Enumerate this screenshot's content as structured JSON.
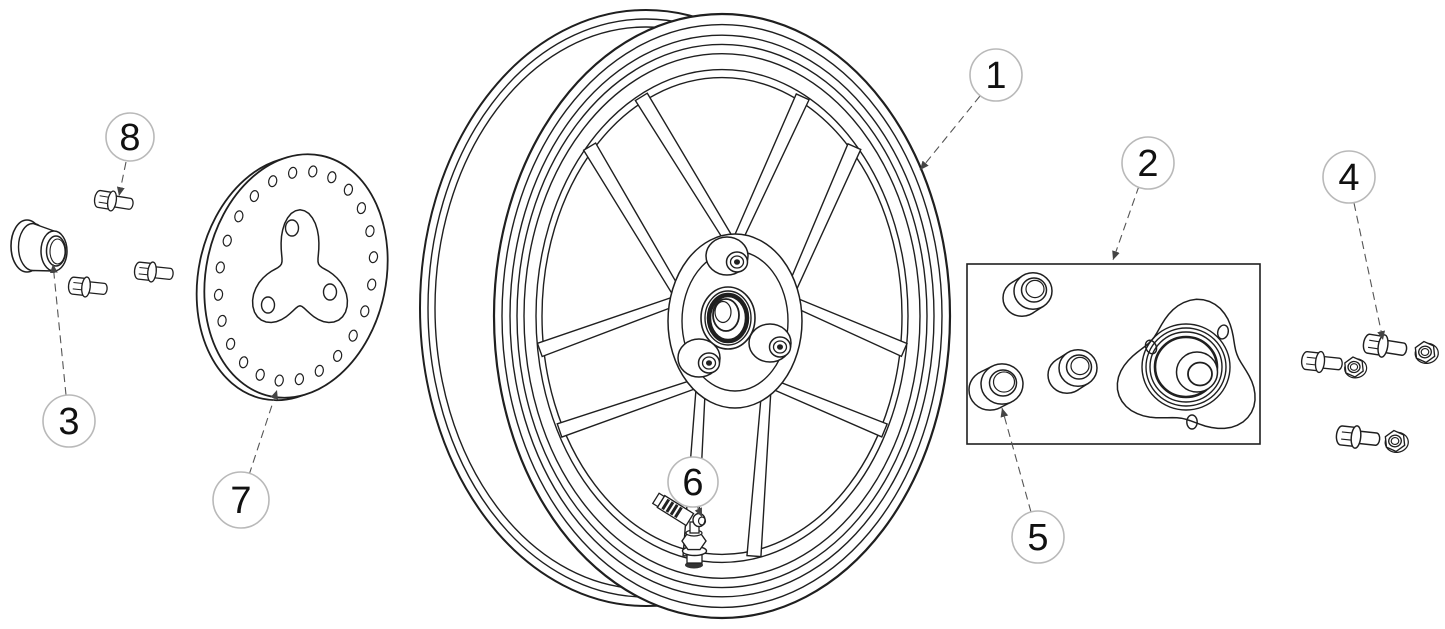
{
  "colors": {
    "background": "#ffffff",
    "line": "#1f1f1f",
    "dark_fill": "#222222",
    "leader": "#555555",
    "callout_ring": "#b9b9b9",
    "callout_number": "#111111"
  },
  "callouts": [
    {
      "label": "1"
    },
    {
      "label": "2"
    },
    {
      "label": "3"
    },
    {
      "label": "4"
    },
    {
      "label": "5"
    },
    {
      "label": "6"
    },
    {
      "label": "7"
    },
    {
      "label": "8"
    }
  ]
}
